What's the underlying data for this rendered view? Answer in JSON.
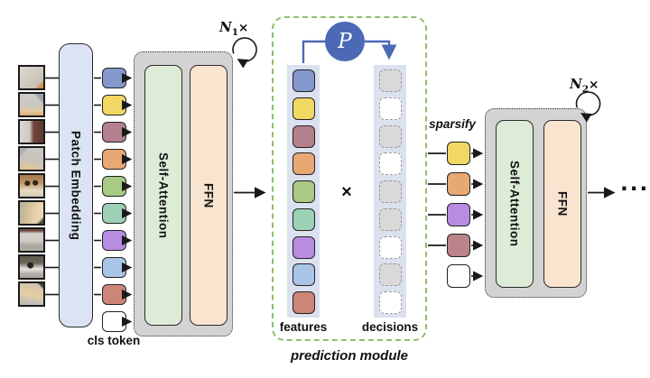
{
  "input": {
    "patch_count": 9,
    "patch_embedding_label": "Patch Embedding",
    "cls_token_label": "cls token",
    "tokens": [
      "#8498cd",
      "#f1d863",
      "#b4808d",
      "#e8a873",
      "#a8ca84",
      "#9cd1b6",
      "#b88ce0",
      "#a9c6e8",
      "#cd8577",
      "#ffffff"
    ]
  },
  "encoder1": {
    "self_attention_label": "Self-Attention",
    "ffn_label": "FFN",
    "repeat": {
      "var": "N",
      "sub": "1",
      "times": "×"
    }
  },
  "prediction_module": {
    "title": "prediction module",
    "predictor_symbol": "P",
    "multiply_symbol": "×",
    "features_label": "features",
    "decisions_label": "decisions",
    "features": [
      "#8498cd",
      "#f1d863",
      "#b4808d",
      "#e8a873",
      "#a8ca84",
      "#9cd1b6",
      "#b88ce0",
      "#a9c6e8",
      "#cd8577"
    ],
    "decisions": [
      "dropped",
      "kept",
      "dropped",
      "kept",
      "dropped",
      "dropped",
      "kept",
      "dropped",
      "kept"
    ]
  },
  "sparsify": {
    "label": "sparsify",
    "tokens": [
      "#f1d863",
      "#e8a873",
      "#b88ce0",
      "#bd838a",
      "#ffffff"
    ]
  },
  "encoder2": {
    "self_attention_label": "Self-Attention",
    "ffn_label": "FFN",
    "repeat": {
      "var": "N",
      "sub": "2",
      "times": "×"
    }
  },
  "output": {
    "ellipsis": "..."
  },
  "colors": {
    "accent_blue": "#4b69b5",
    "module_border_green": "#8cbe6b",
    "encoder_fill": "#d3d3d3",
    "self_attention_fill": "#ddecd7",
    "ffn_fill": "#f9e4d0",
    "embedding_fill": "#dce3f4",
    "strip_fill": "#dce1f0",
    "dropped_token_fill": "#d9d9d9"
  }
}
